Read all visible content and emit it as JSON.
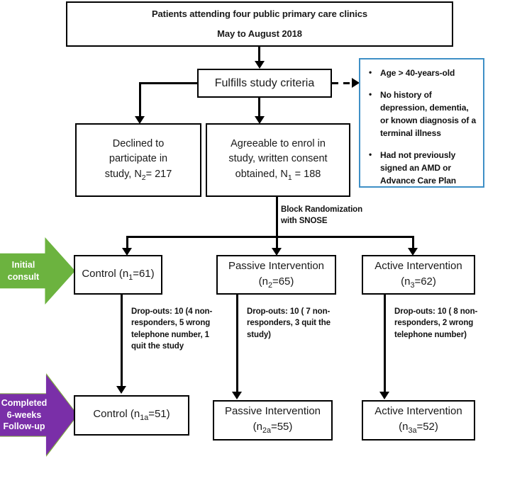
{
  "diagram": {
    "title": "CONSORT-style participant flow diagram",
    "colors": {
      "box_border": "#000000",
      "criteria_border": "#3e8fc6",
      "initial_consult_arrow": "#6cb33f",
      "followup_arrow": "#7a2fa8",
      "followup_arrow_outline": "#7fa83f",
      "text": "#111111",
      "background": "#ffffff"
    },
    "top_box": {
      "line1": "Patients attending four public primary care clinics",
      "line2": "May to August 2018"
    },
    "criteria_box": {
      "line1": "Fulfills study criteria"
    },
    "eligibility_criteria": [
      "Age > 40-years-old",
      "No history of depression, dementia, or known diagnosis of a terminal illness",
      "Had not previously signed an AMD or Advance Care Plan"
    ],
    "declined_box": {
      "line1": "Declined to",
      "line2": "participate in",
      "line3_pre": "study, N",
      "line3_sub": "2",
      "line3_post": "= 217",
      "value": 217,
      "symbol": "N2"
    },
    "agreeable_box": {
      "line1": "Agreeable to enrol in",
      "line2": "study, written consent",
      "line3_pre": "obtained, N",
      "line3_sub": "1",
      "line3_post": " = 188",
      "value": 188,
      "symbol": "N1"
    },
    "randomization_label": {
      "line1": "Block Randomization",
      "line2": "with SNOSE"
    },
    "stage_labels": {
      "initial_consult": "Initial\nconsult",
      "initial_consult_line1": "Initial",
      "initial_consult_line2": "consult",
      "followup_line1": "Completed",
      "followup_line2": "6-weeks",
      "followup_line3": "Follow-up"
    },
    "allocation_groups": [
      {
        "name": "control",
        "line1_pre": "Control (n",
        "line1_sub": "1",
        "line1_post": "=61)",
        "line2_pre": "",
        "line2_sub": "",
        "line2_post": "",
        "value": 61,
        "symbol": "n1"
      },
      {
        "name": "passive-intervention",
        "line1_pre": "Passive Intervention",
        "line1_sub": "",
        "line1_post": "",
        "line2_pre": "(n",
        "line2_sub": "2",
        "line2_post": "=65)",
        "value": 65,
        "symbol": "n2"
      },
      {
        "name": "active-intervention",
        "line1_pre": "Active Intervention",
        "line1_sub": "",
        "line1_post": "",
        "line2_pre": "(n",
        "line2_sub": "3",
        "line2_post": "=62)",
        "value": 62,
        "symbol": "n3"
      }
    ],
    "dropouts": [
      {
        "group": "control",
        "text": "Drop-outs: 10 (4 non-responders, 5 wrong telephone number, 1 quit the study",
        "total": 10
      },
      {
        "group": "passive-intervention",
        "text": "Drop-outs: 10 ( 7 non-responders, 3 quit the study)",
        "total": 10
      },
      {
        "group": "active-intervention",
        "text": "Drop-outs: 10 ( 8 non-responders, 2 wrong telephone number)",
        "total": 10
      }
    ],
    "followup_groups": [
      {
        "name": "control",
        "line1_pre": "Control (n",
        "line1_sub": "1a",
        "line1_post": "=51)",
        "line2_pre": "",
        "line2_sub": "",
        "line2_post": "",
        "value": 51,
        "symbol": "n1a"
      },
      {
        "name": "passive-intervention",
        "line1_pre": "Passive Intervention",
        "line1_sub": "",
        "line1_post": "",
        "line2_pre": "(n",
        "line2_sub": "2a",
        "line2_post": "=55)",
        "value": 55,
        "symbol": "n2a"
      },
      {
        "name": "active-intervention",
        "line1_pre": "Active Intervention",
        "line1_sub": "",
        "line1_post": "",
        "line2_pre": "(n",
        "line2_sub": "3a",
        "line2_post": "=52)",
        "value": 52,
        "symbol": "n3a"
      }
    ]
  }
}
